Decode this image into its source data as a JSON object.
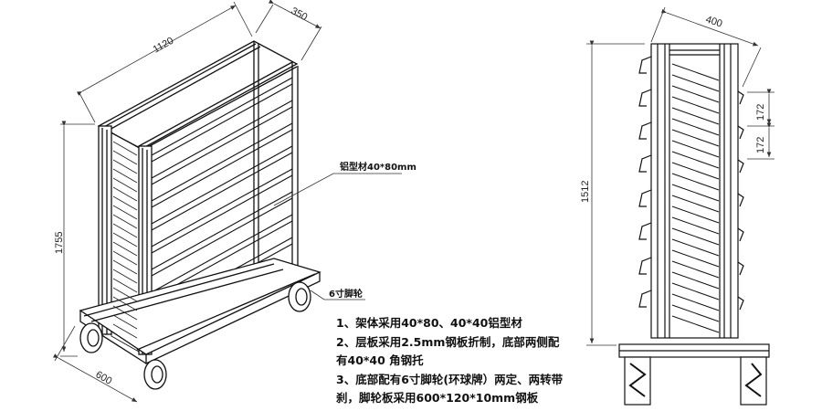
{
  "iso_view": {
    "dimensions": {
      "length": "1120",
      "depth": "350",
      "height": "1755",
      "base_width": "600"
    },
    "callouts": {
      "profile": "铝型材40*80mm",
      "caster": "6寸脚轮"
    }
  },
  "side_view": {
    "dimensions": {
      "width": "400",
      "height": "1512",
      "shelf_pitch_1": "172",
      "shelf_pitch_2": "172"
    }
  },
  "notes": [
    "1、架体采用40*80、40*40铝型材",
    "2、层板采用2.5mm钢板折制，底部两侧配",
    "有40*40 角钢托",
    "3、底部配有6寸脚轮(环球牌）两定、两转带",
    "刹，脚轮板采用600*120*10mm钢板"
  ]
}
